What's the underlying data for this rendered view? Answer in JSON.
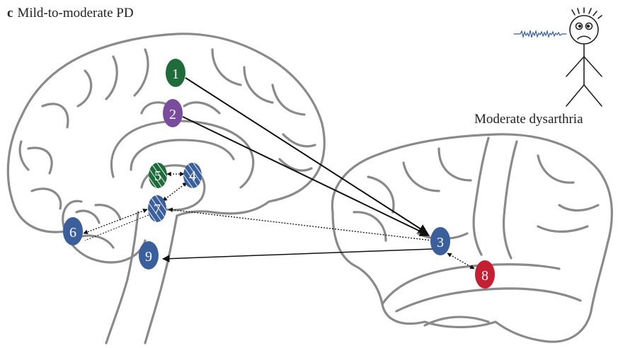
{
  "panel": {
    "letter": "c",
    "title": "Mild-to-moderate PD"
  },
  "caption": "Moderate dysarthria",
  "region_colors": {
    "green": "#1f6b3a",
    "purple": "#7a4c9c",
    "blue": "#3a5f9a",
    "red": "#c41f33"
  },
  "regions": [
    {
      "label": "1",
      "color": "green",
      "hatched": false
    },
    {
      "label": "2",
      "color": "purple",
      "hatched": false
    },
    {
      "label": "3",
      "color": "blue",
      "hatched": false
    },
    {
      "label": "4",
      "color": "blue",
      "hatched": true
    },
    {
      "label": "5",
      "color": "green",
      "hatched": true
    },
    {
      "label": "6",
      "color": "blue",
      "hatched": false
    },
    {
      "label": "7",
      "color": "blue",
      "hatched": true
    },
    {
      "label": "8",
      "color": "red",
      "hatched": false
    },
    {
      "label": "9",
      "color": "blue",
      "hatched": false
    }
  ],
  "connections": [
    {
      "from": "1",
      "to": "3",
      "style": "solid"
    },
    {
      "from": "2",
      "to": "3",
      "style": "solid"
    },
    {
      "from": "3",
      "to": "9",
      "style": "solid"
    },
    {
      "from": "3",
      "to": "7",
      "style": "dotted"
    },
    {
      "from": "3",
      "to": "8",
      "style": "dotted"
    },
    {
      "from": "5",
      "to": "4",
      "style": "dotted"
    },
    {
      "from": "7",
      "to": "4",
      "style": "dotted"
    },
    {
      "from": "7",
      "to": "6",
      "style": "dotted"
    }
  ]
}
